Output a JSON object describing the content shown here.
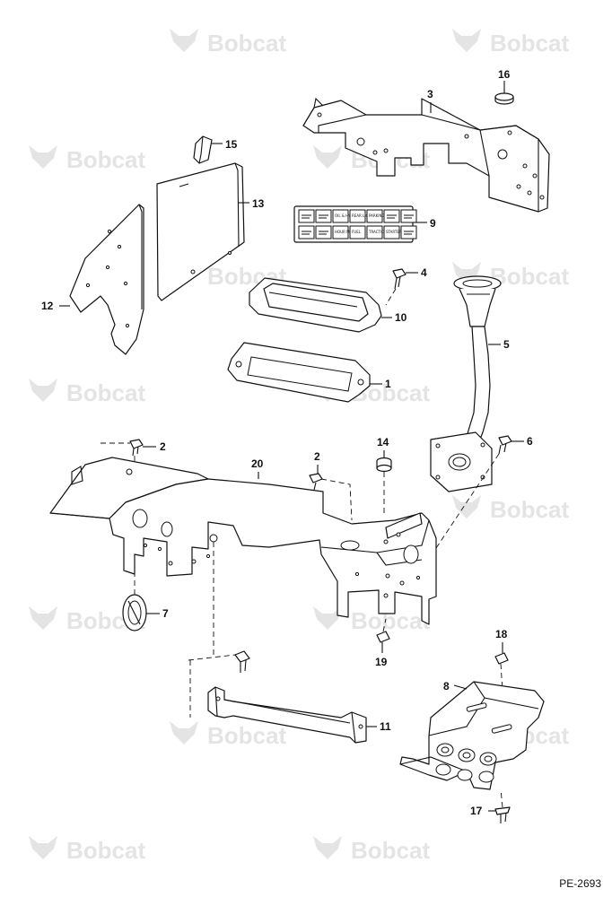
{
  "watermark": {
    "brand": "Bobcat",
    "mark": ".",
    "icon": "bobcat-logo-icon"
  },
  "reference": "PE-2693",
  "callouts": {
    "c1": "1",
    "c2a": "2",
    "c2b": "2",
    "c3": "3",
    "c4": "4",
    "c5": "5",
    "c6": "6",
    "c7": "7",
    "c8": "8",
    "c9": "9",
    "c10": "10",
    "c11": "11",
    "c12": "12",
    "c13": "13",
    "c14": "14",
    "c15": "15",
    "c16": "16",
    "c17": "17",
    "c18": "18",
    "c19": "19",
    "c20": "20"
  },
  "decal": {
    "labels": [
      "",
      "",
      "",
      "OIL & HYDRO",
      "REAR LIGHT",
      "PARKING BRAKE",
      "",
      "",
      "",
      "",
      "HOUR METER",
      "FUEL",
      "TRACTION",
      "STARTER",
      ""
    ]
  }
}
